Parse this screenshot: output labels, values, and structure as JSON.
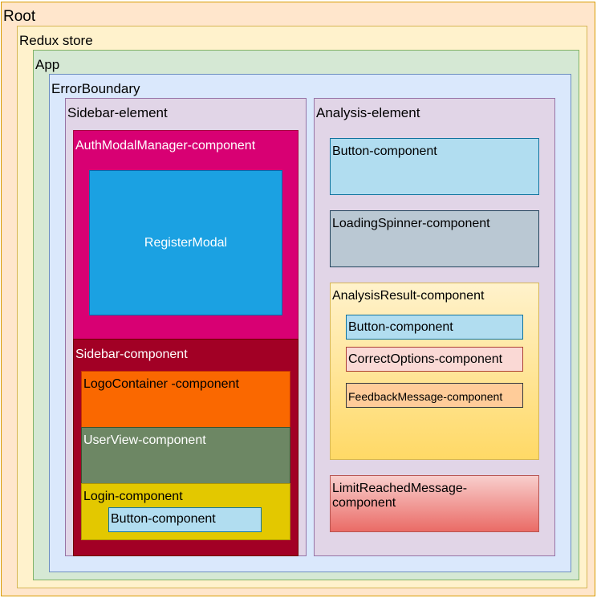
{
  "nodes": {
    "root": "Root",
    "redux": "Redux store",
    "app": "App",
    "error_boundary": "ErrorBoundary",
    "sidebar_element": "Sidebar-element",
    "auth_modal_manager": "AuthModalManager-component",
    "register_modal": "RegisterModal",
    "sidebar_component": "Sidebar-component",
    "logo_container": "LogoContainer -component",
    "user_view": "UserView-component",
    "login": "Login-component",
    "login_button": "Button-component",
    "analysis_element": "Analysis-element",
    "analysis_button": "Button-component",
    "loading_spinner": "LoadingSpinner-component",
    "analysis_result": "AnalysisResult-component",
    "result_button": "Button-component",
    "correct_options": "CorrectOptions-component",
    "feedback_message": "FeedbackMessage-component",
    "limit_reached": "LimitReachedMessage-component"
  },
  "colors": {
    "root_fill": "#ffe6cc",
    "root_stroke": "#d79b00",
    "redux_fill": "#fff2cc",
    "redux_stroke": "#d6b656",
    "app_fill": "#d5e8d4",
    "app_stroke": "#82b366",
    "error_fill": "#dae8fc",
    "error_stroke": "#6c8ebf",
    "element_fill": "#e1d5e7",
    "element_stroke": "#9673a6",
    "auth_fill": "#d80073",
    "auth_stroke": "#a50040",
    "register_fill": "#1ba1e2",
    "register_stroke": "#006eaf",
    "sidebar_comp_fill": "#a20025",
    "sidebar_comp_stroke": "#6f0000",
    "logo_fill": "#fa6800",
    "logo_stroke": "#c73500",
    "userview_fill": "#6d8764",
    "userview_stroke": "#3a5431",
    "login_fill": "#e3c800",
    "login_stroke": "#b09500",
    "button_fill": "#b1ddf0",
    "button_stroke": "#10739e",
    "spinner_fill": "#bac8d3",
    "spinner_stroke": "#23445d",
    "correct_fill": "#fad9d5",
    "correct_stroke": "#ae4132",
    "feedback_fill": "#ffcc99",
    "feedback_stroke": "#36393d"
  }
}
